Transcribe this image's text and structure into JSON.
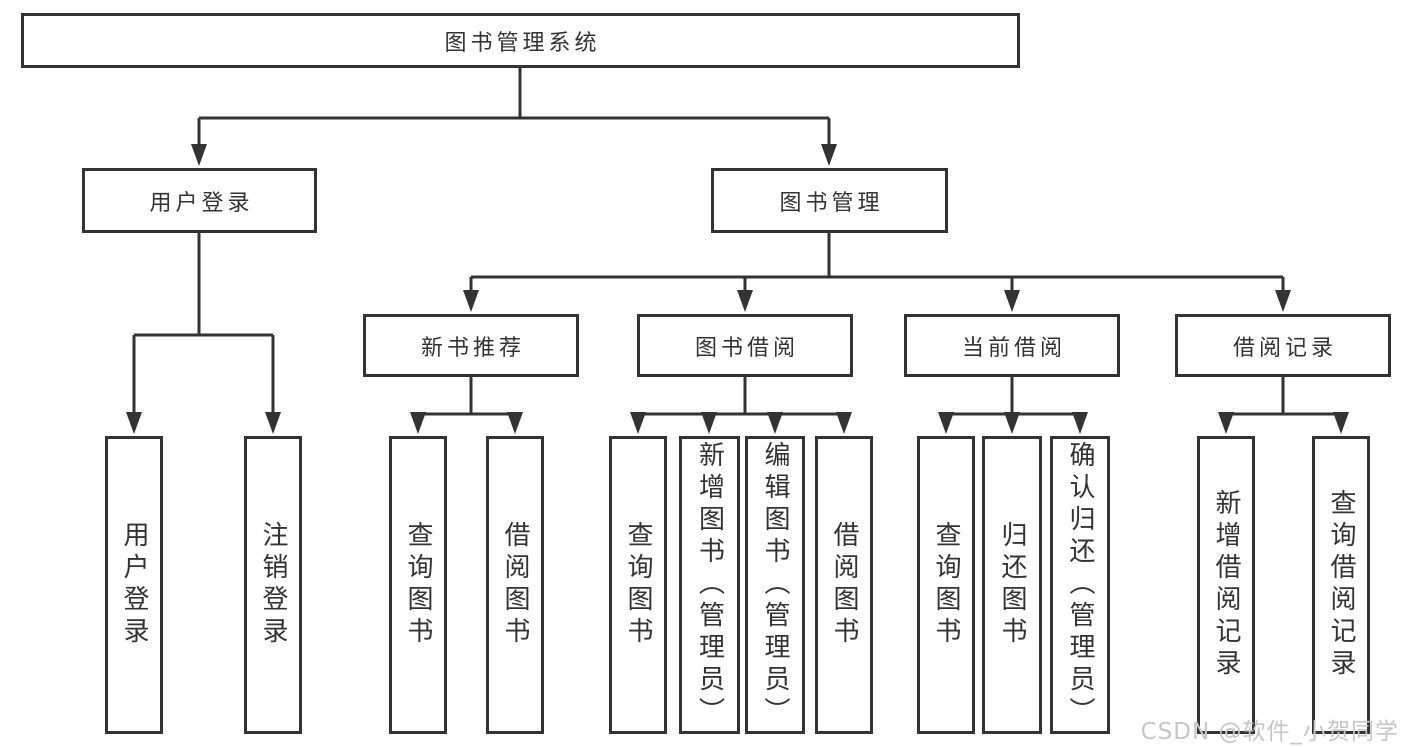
{
  "colors": {
    "line": "#333333",
    "text": "#333333",
    "box_background": "#ffffff",
    "watermark": "#c6c6c6"
  },
  "watermark": {
    "text": "CSDN @软件_小贺同学"
  },
  "diagram": {
    "root": {
      "label": "图书管理系统"
    },
    "level2": [
      {
        "label": "用户登录",
        "children": [
          {
            "label": "用户登录"
          },
          {
            "label": "注销登录"
          }
        ]
      },
      {
        "label": "图书管理",
        "children": [
          {
            "label": "新书推荐",
            "children": [
              {
                "label": "查询图书"
              },
              {
                "label": "借阅图书"
              }
            ]
          },
          {
            "label": "图书借阅",
            "children": [
              {
                "label": "查询图书"
              },
              {
                "label": "新增图书（管理员）"
              },
              {
                "label": "编辑图书（管理员）"
              },
              {
                "label": "借阅图书"
              }
            ]
          },
          {
            "label": "当前借阅",
            "children": [
              {
                "label": "查询图书"
              },
              {
                "label": "归还图书"
              },
              {
                "label": "确认归还（管理员）"
              }
            ]
          },
          {
            "label": "借阅记录",
            "children": [
              {
                "label": "新增借阅记录"
              },
              {
                "label": "查询借阅记录"
              }
            ]
          }
        ]
      }
    ]
  }
}
